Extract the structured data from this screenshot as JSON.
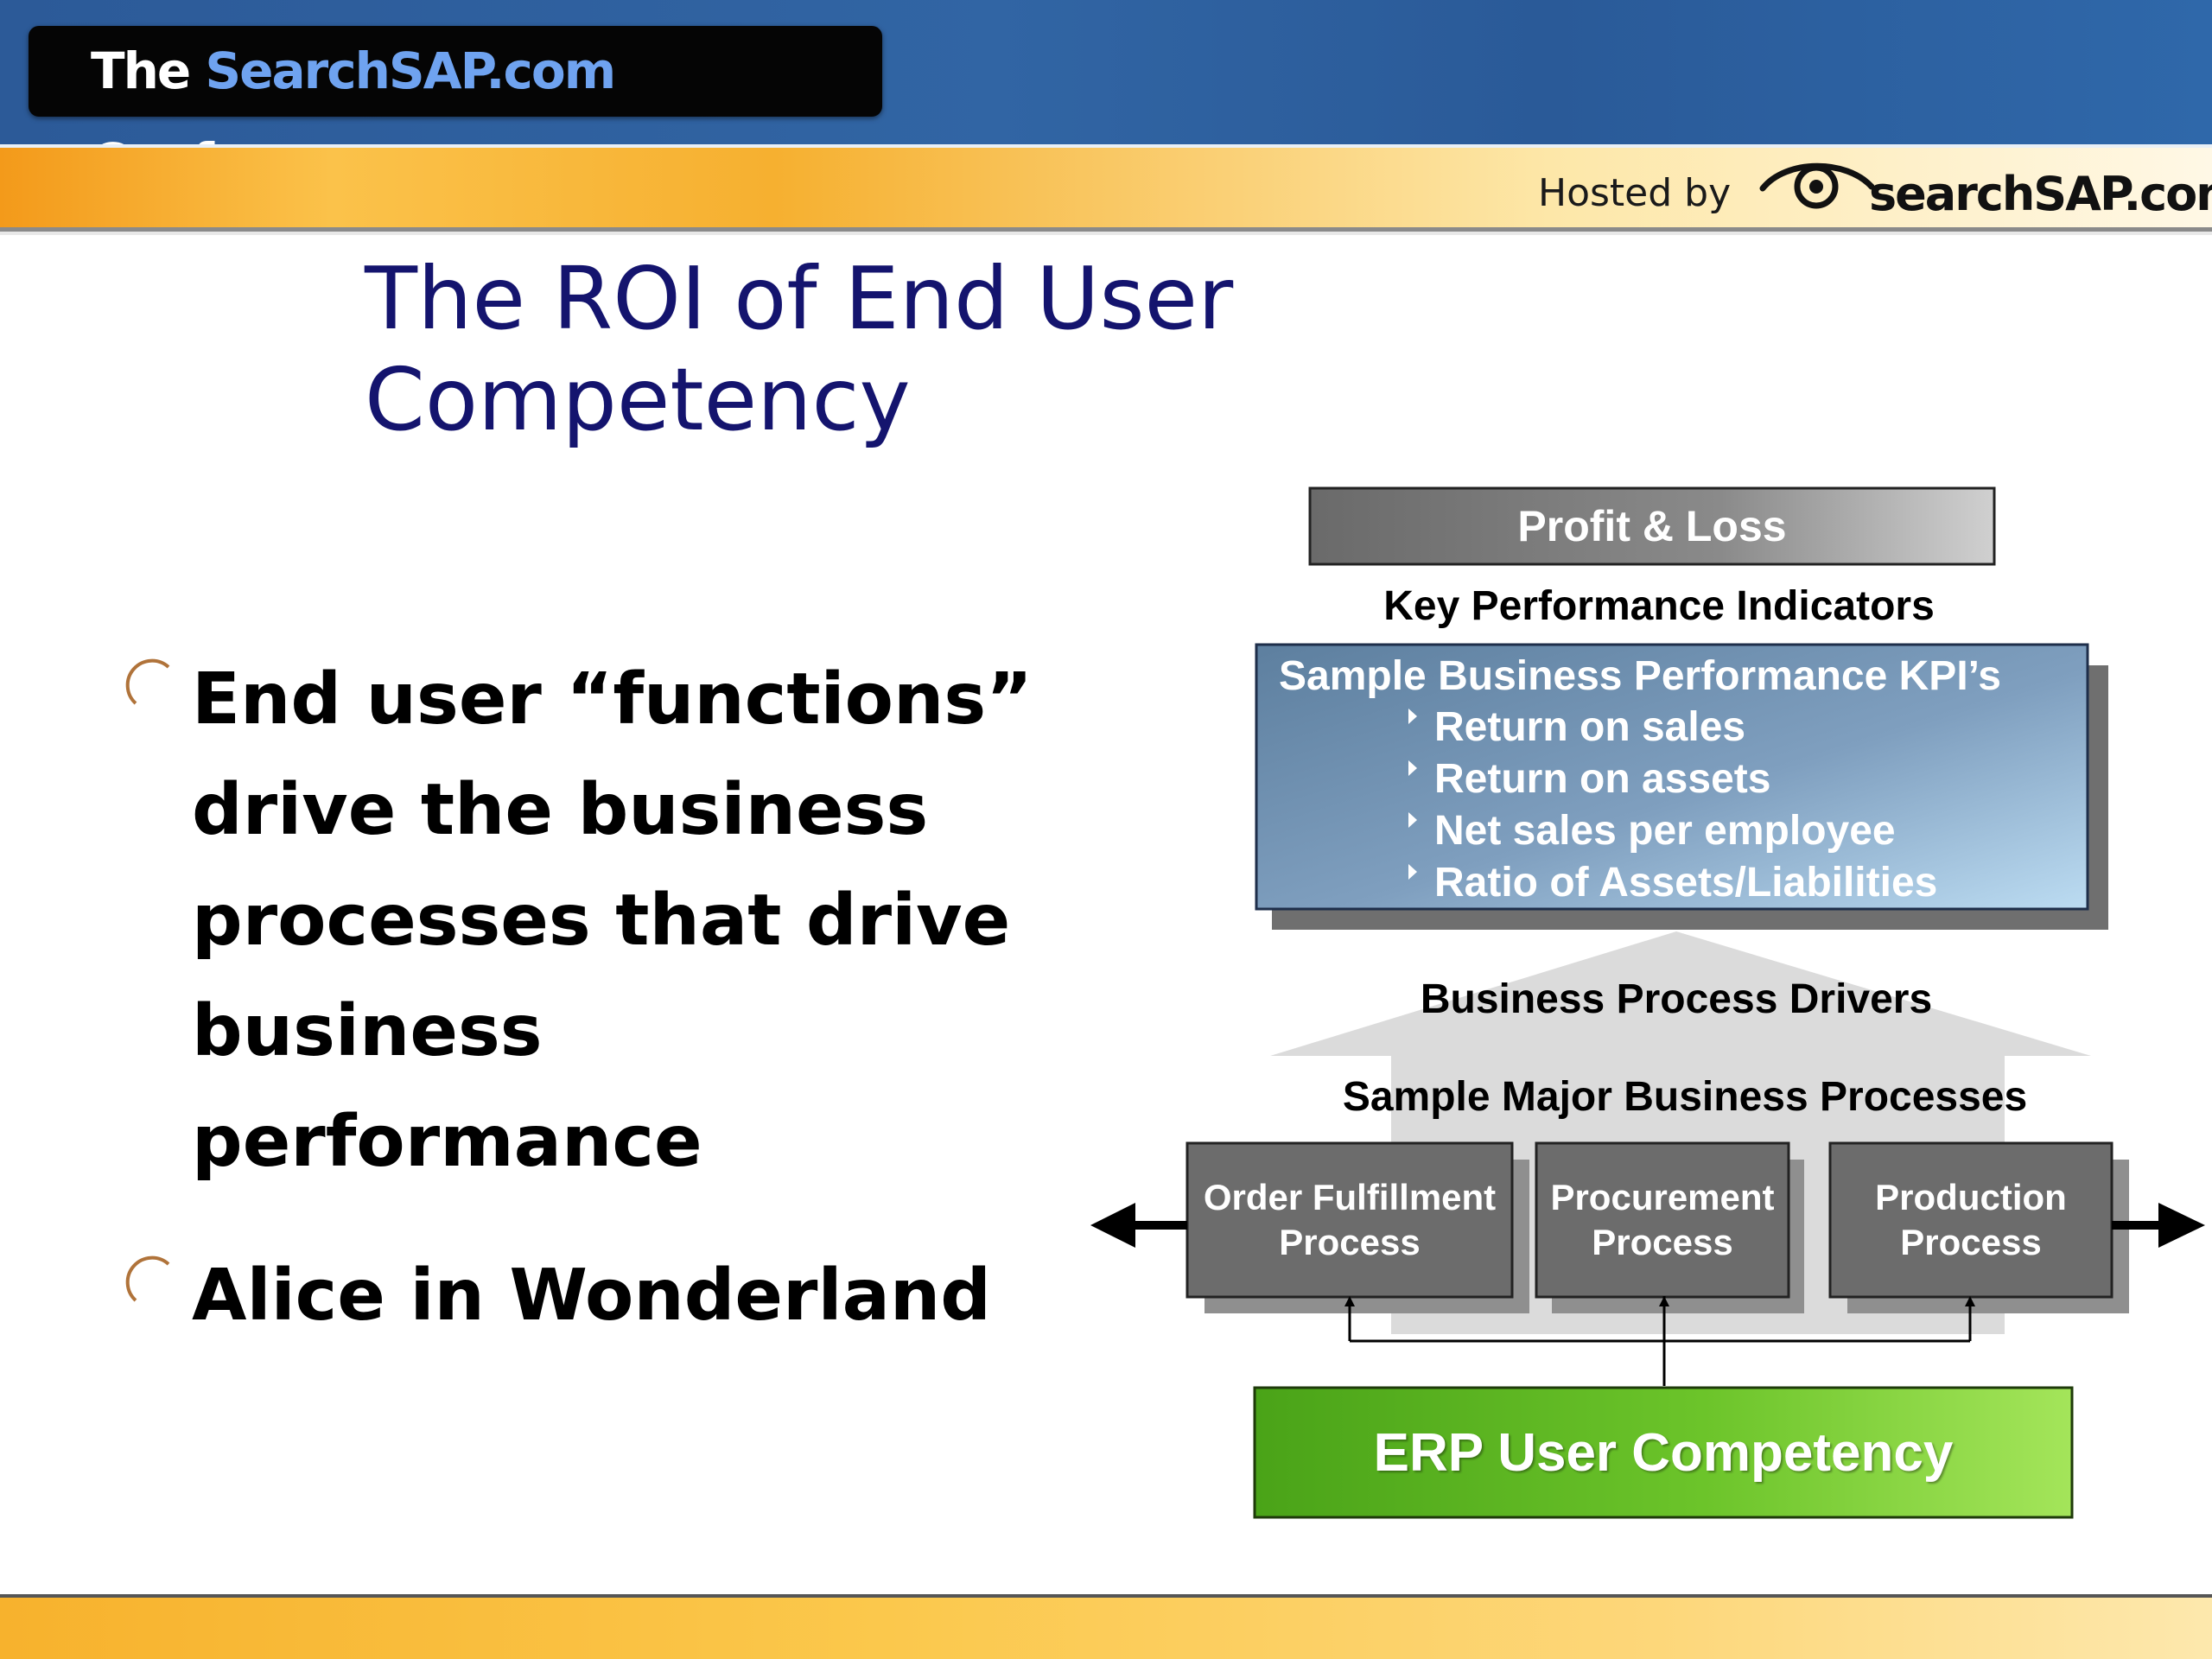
{
  "header": {
    "conference_prefix": "The ",
    "conference_accent": "SearchSAP.com",
    "conference_suffix": " Conference",
    "hosted_by": "Hosted by",
    "brand": "searchSAP.com"
  },
  "slide": {
    "title_line1": "The ROI of End User",
    "title_line2": "Competency",
    "bullets": [
      {
        "lines": [
          "End user “functions”",
          "drive the business",
          "processes that drive",
          "business",
          "performance"
        ]
      },
      {
        "lines": [
          "Alice in Wonderland"
        ]
      }
    ]
  },
  "diagram": {
    "top_box": "Profit & Loss",
    "kpi_heading": "Key Performance Indicators",
    "kpi_box_title": "Sample Business Performance KPI’s",
    "kpi_items": [
      "Return on sales",
      "Return on assets",
      "Net sales per employee",
      "Ratio of Assets/Liabilities"
    ],
    "drivers_label": "Business Process Drivers",
    "major_label": "Sample Major Business Processes",
    "processes": [
      {
        "line1": "Order Fulfillment",
        "line2": "Process"
      },
      {
        "line1": "Procurement",
        "line2": "Process"
      },
      {
        "line1": "Production",
        "line2": "Process"
      }
    ],
    "base_box": "ERP User Competency"
  },
  "colors": {
    "title": "#14146e",
    "header_blue": "#2c5a98",
    "header_orange": "#f39a1a",
    "kpi_box": "#6e90b4",
    "process_box": "#6c6c6c",
    "erp_green": "#6cc42a"
  }
}
